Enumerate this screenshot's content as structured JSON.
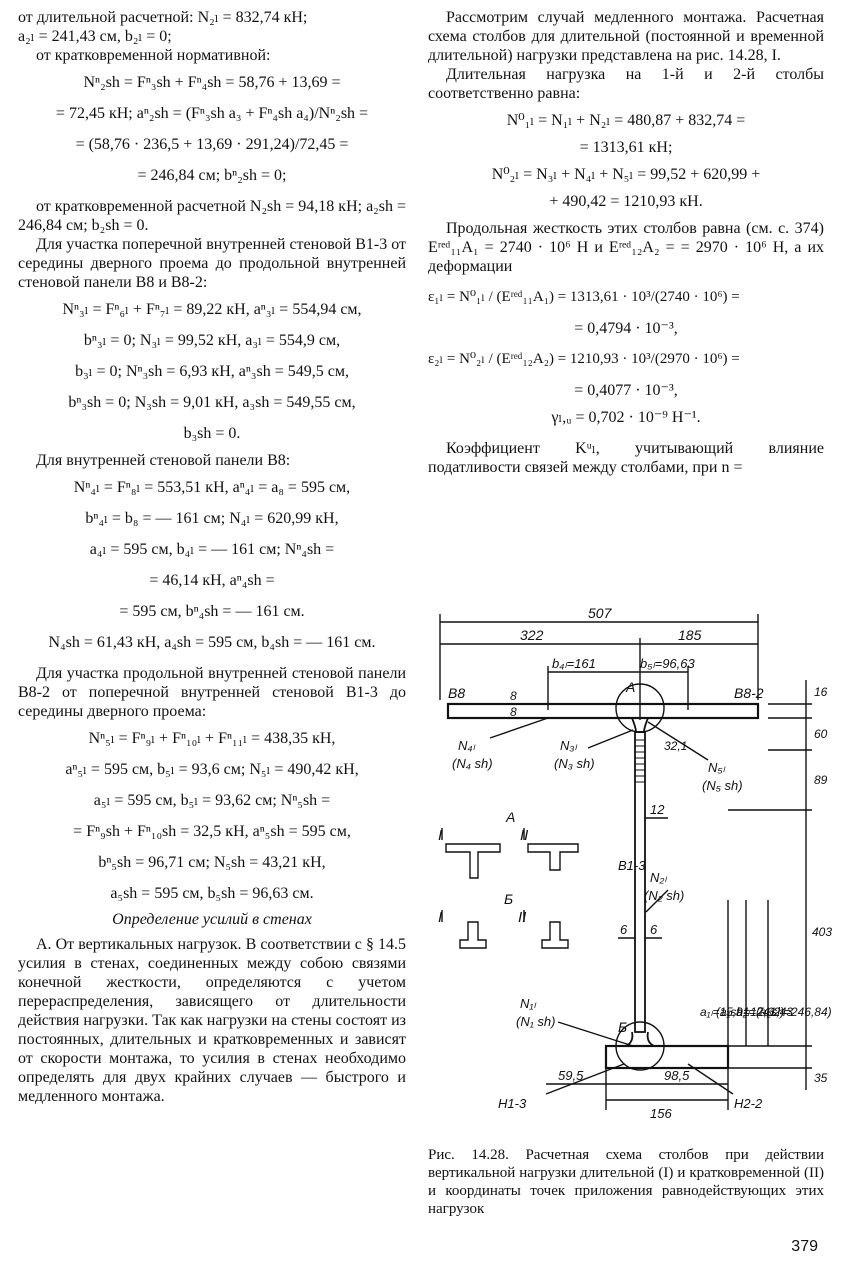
{
  "left_column": {
    "l01": "от длительной расчетной: N₂ₗ = 832,74 кН;",
    "l02": "a₂ₗ = 241,43 см, b₂ₗ = 0;",
    "l03": "от кратковременной нормативной:",
    "l04": "Nⁿ₂sh = Fⁿ₃sh + Fⁿ₄sh = 58,76 + 13,69 =",
    "l05": "= 72,45 кН;  aⁿ₂sh = (Fⁿ₃sh a₃ + Fⁿ₄sh a₄)/Nⁿ₂sh =",
    "l06": "= (58,76 · 236,5 + 13,69 · 291,24)/72,45 =",
    "l07": "= 246,84 см;  bⁿ₂sh = 0;",
    "l08": "от кратковременной расчетной N₂sh = 94,18 кН; a₂sh = 246,84 см; b₂sh = 0.",
    "l09": "Для участка поперечной внутренней стеновой В1-3 от середины дверного проема до продольной внутренней стеновой панели В8 и В8-2:",
    "l10": "Nⁿ₃ₗ = Fⁿ₆ₗ + Fⁿ₇ₗ = 89,22 кН,  aⁿ₃ₗ = 554,94 см,",
    "l11": "bⁿ₃ₗ = 0;  N₃ₗ = 99,52 кН,  a₃ₗ = 554,9 см,",
    "l12": "b₃ₗ = 0;  Nⁿ₃sh = 6,93 кН,  aⁿ₃sh = 549,5 см,",
    "l13": "bⁿ₃sh = 0;  N₃sh = 9,01 кН,  a₃sh = 549,55 см,",
    "l14": "b₃sh = 0.",
    "l15": "Для внутренней стеновой панели В8:",
    "l16": "Nⁿ₄ₗ = Fⁿ₈ₗ = 553,51 кН,  aⁿ₄ₗ = a₈ = 595 см,",
    "l17": "bⁿ₄ₗ = b₈ = — 161 см;  N₄ₗ = 620,99 кН,",
    "l18": "a₄ₗ = 595 см,  b₄ₗ = — 161 см;  Nⁿ₄sh =",
    "l19": "= 46,14 кН,  aⁿ₄sh =",
    "l20": "= 595 см,  bⁿ₄sh = — 161 см.",
    "l21": "N₄sh = 61,43 кН, a₄sh = 595 см, b₄sh = — 161 см.",
    "l22": "Для участка продольной внутренней стеновой панели В8-2 от поперечной внутренней стеновой В1-3 до середины дверного проема:",
    "l23": "Nⁿ₅ₗ = Fⁿ₉ₗ + Fⁿ₁₀ₗ + Fⁿ₁₁ₗ = 438,35 кН,",
    "l24": "aⁿ₅ₗ = 595 см,  b₅ₗ = 93,6 см;  N₅ₗ = 490,42 кН,",
    "l25": "a₅ₗ = 595 см,  b₅ₗ = 93,62 см;  Nⁿ₅sh =",
    "l26": "= Fⁿ₉sh + Fⁿ₁₀sh = 32,5 кН,  aⁿ₅sh = 595 см,",
    "l27": "bⁿ₅sh = 96,71 см;  N₅sh = 43,21 кН,",
    "l28": "a₅sh = 595 см,  b₅sh = 96,63 см.",
    "heading": "Определение усилий в стенах",
    "l29": "А. От вертикальных нагрузок. В соответствии с § 14.5 усилия в стенах, соединенных между собою связями конечной жесткости, определяются с учетом перераспределения, зависящего от длительности действия нагрузки. Так как нагрузки на стены состоят из постоянных, длительных и кратковременных и зависят от скорости монтажа, то усилия в стенах необходимо определять для двух крайних случаев — быстрого и медленного монтажа."
  },
  "right_column": {
    "r01": "Рассмотрим случай медленного монтажа. Расчетная схема столбов для длительной (постоянной и временной длительной) нагрузки представлена на рис. 14.28, I.",
    "r02": "Длительная нагрузка на 1-й и 2-й столбы соответственно равна:",
    "r03": "N⁰₁ₗ = N₁ₗ + N₂ₗ = 480,87 + 832,74 =",
    "r04": "= 1313,61 кН;",
    "r05": "N⁰₂ₗ = N₃ₗ + N₄ₗ + N₅ₗ = 99,52 + 620,99 +",
    "r06": "+ 490,42 = 1210,93 кН.",
    "r07": "Продольная жесткость этих столбов равна (см. с. 374) Eʳᵉᵈ₁₁A₁ = 2740 · 10⁶ Н и Eʳᵉᵈ₁₂A₂ = = 2970 · 10⁶ Н, а их деформации",
    "r08": "ε₁ₗ = N⁰₁ₗ / (Eʳᵉᵈ₁₁A₁) = 1313,61 · 10³/(2740 · 10⁶) =",
    "r09": "= 0,4794 · 10⁻³,",
    "r10": "ε₂ₗ = N⁰₂ₗ / (Eʳᵉᵈ₁₂A₂) = 1210,93 · 10³/(2970 · 10⁶) =",
    "r11": "= 0,4077 · 10⁻³,",
    "r12": "γₗ,ᵤ = 0,702 · 10⁻⁹ Н⁻¹.",
    "r13": "Коэффициент Kᵘₗ, учитывающий влияние податливости связей между столбами, при n ="
  },
  "figure": {
    "d507": "507",
    "d322": "322",
    "d185": "185",
    "b4l": "b₄ₗ=161",
    "b5l": "b₅ₗ=96,63",
    "B8": "В8",
    "B82": "В8-2",
    "A": "А",
    "B": "Б",
    "N4": "N₄ₗ",
    "N4sh": "(N₄ sh)",
    "N3": "N₃ₗ",
    "N3sh": "(N₃ sh)",
    "N5": "N₅ₗ",
    "N5sh": "(N₅ sh)",
    "N2": "N₂ₗ",
    "N2sh": "(N₂ sh)",
    "N1": "N₁ₗ",
    "N1sh": "(N₁ sh)",
    "d8a": "8",
    "d8b": "8",
    "d321": "32,1",
    "d12": "12",
    "B13": "В1-3",
    "d6a": "6",
    "d6b": "6",
    "d16": "16",
    "d60": "60",
    "d89": "89",
    "d403": "403",
    "d35": "35",
    "a1l": "a₁ₗ=15,91",
    "a1sh": "(a₁sh=17,62)",
    "a2l": "a₂ₗ=241,43",
    "a2sh": "(a₂sh=246,84)",
    "d595": "59,5",
    "d985": "98,5",
    "d156": "156",
    "H13": "Н1-3",
    "H22": "Н2-2",
    "I1": "I",
    "II1": "II",
    "I2": "I",
    "II2": "II",
    "secA": "А",
    "secB": "Б"
  },
  "caption": "Рис. 14.28. Расчетная схема столбов при действии вертикальной нагрузки длительной (I) и кратковременной (II) и координаты точек приложения равнодействующих этих нагрузок",
  "page_number": "379"
}
